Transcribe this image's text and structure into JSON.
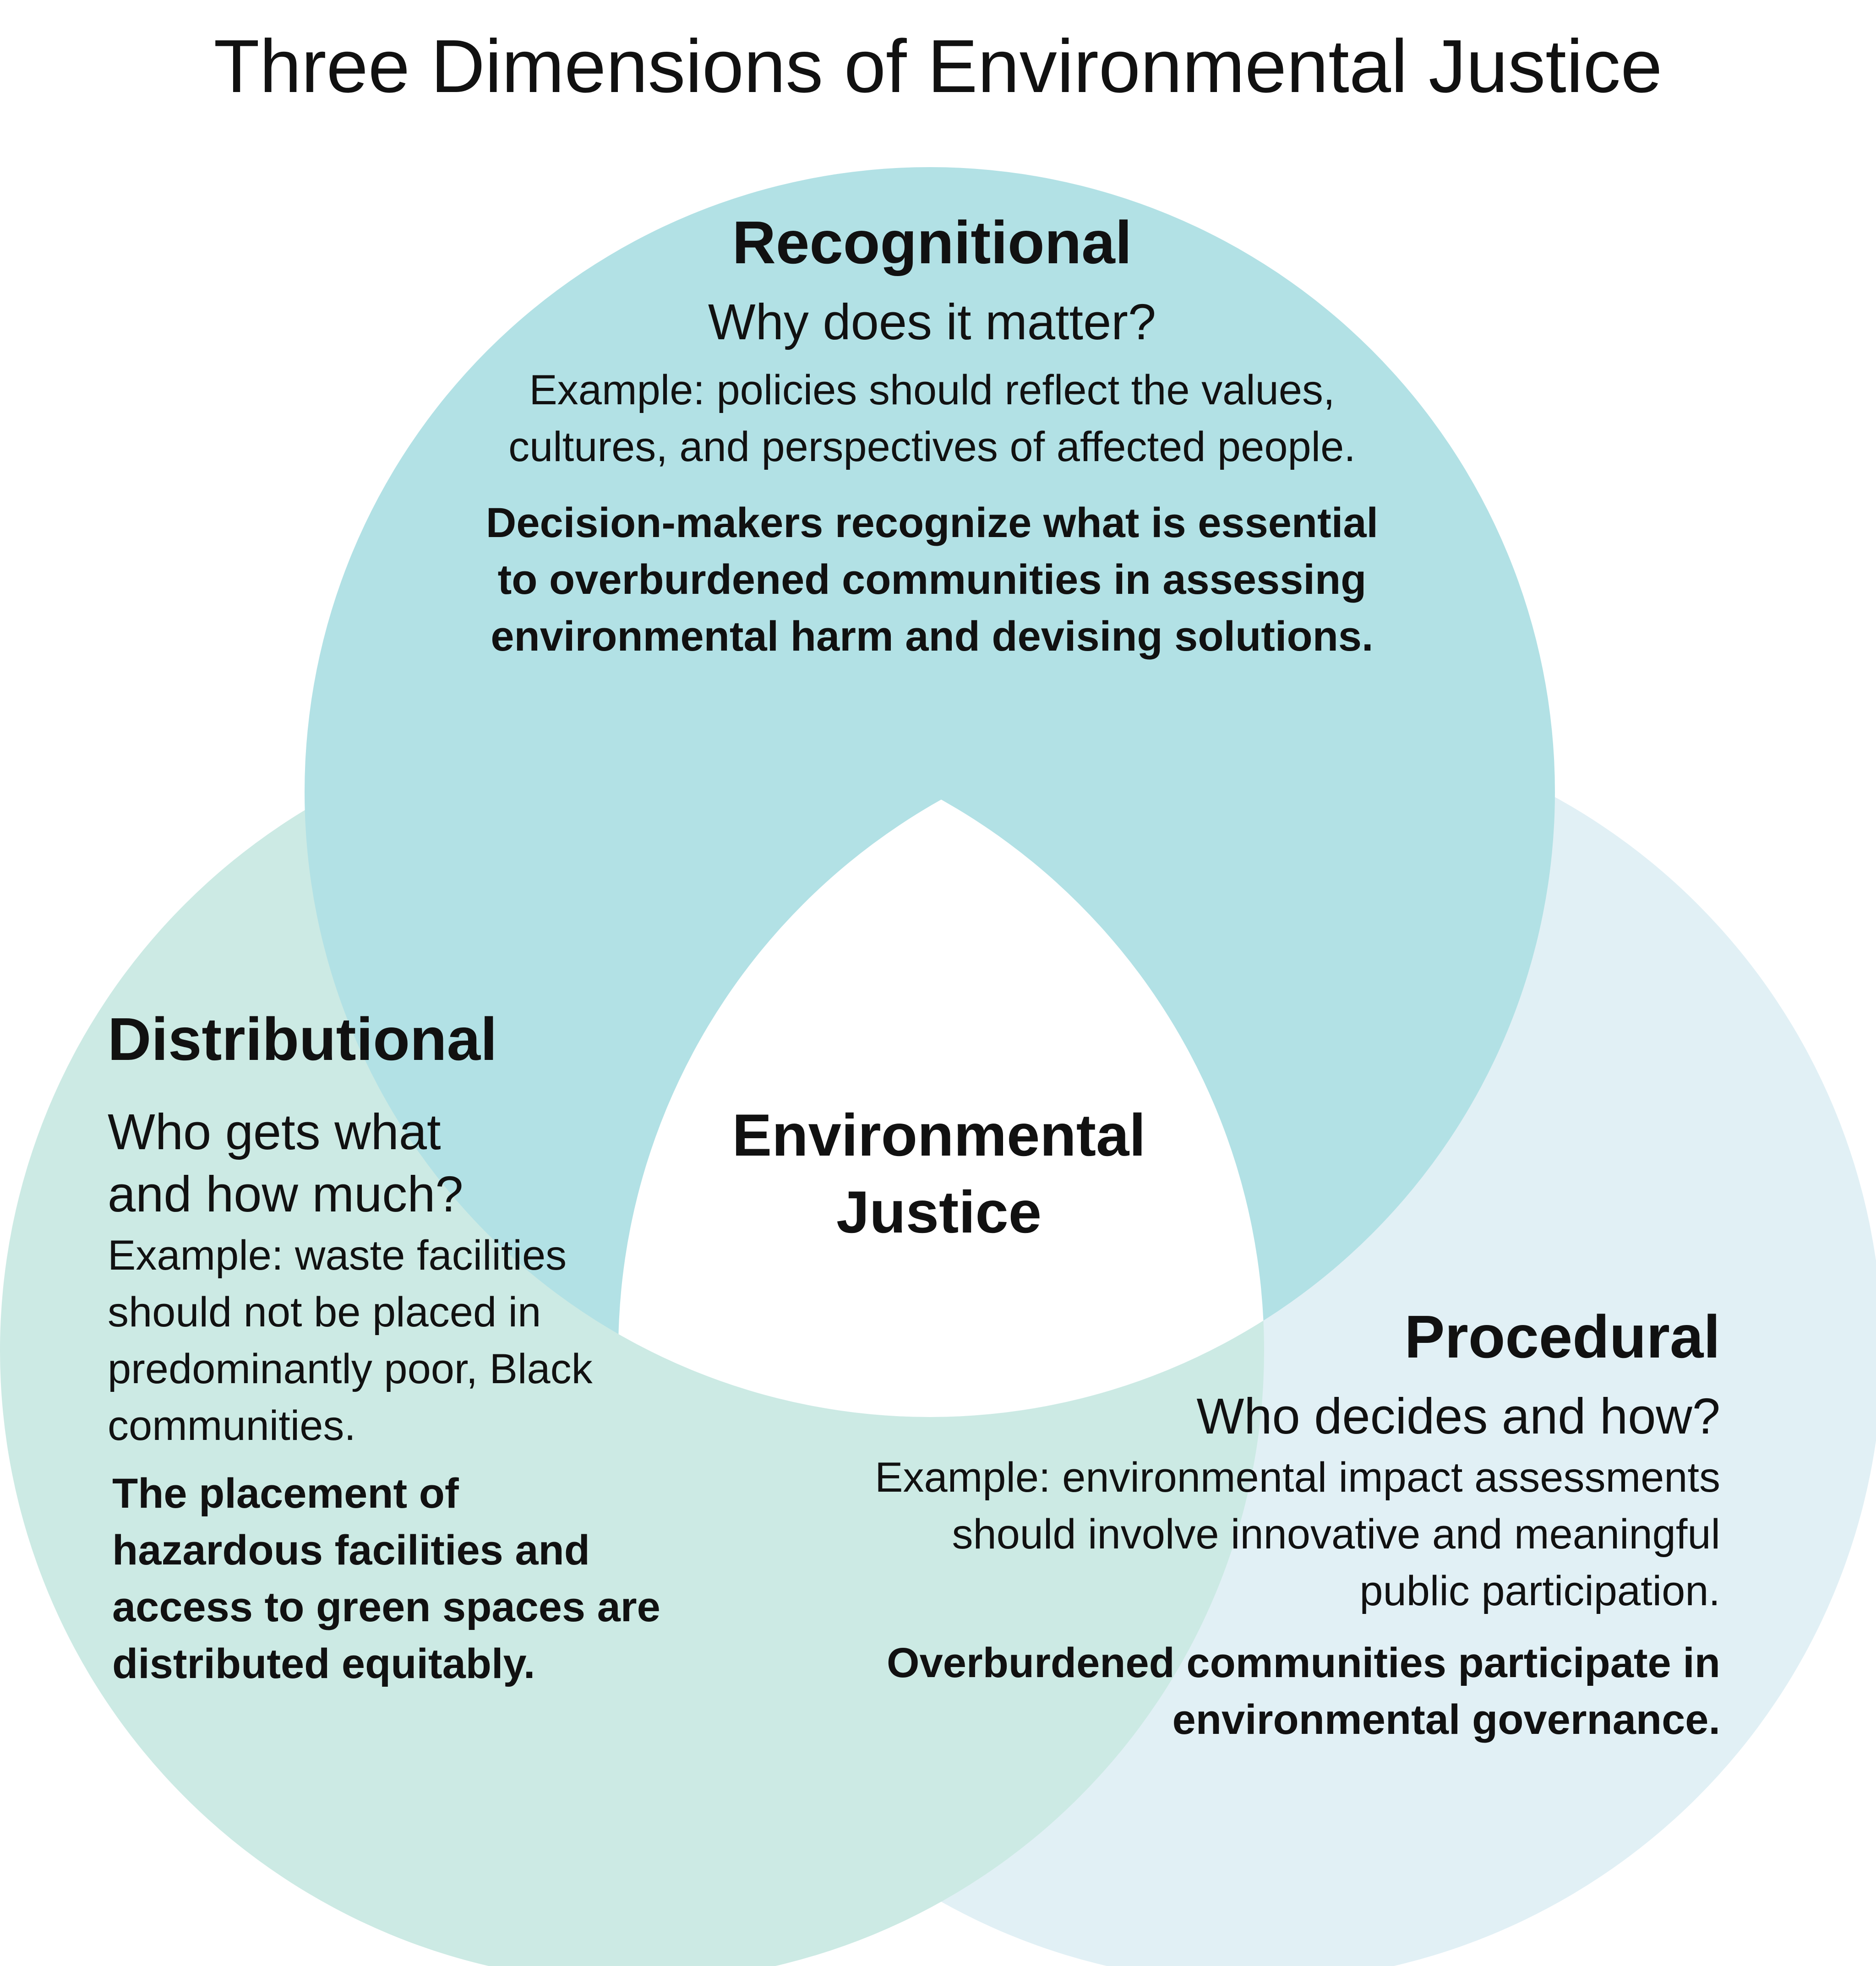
{
  "title": "Three Dimensions of Environmental Justice",
  "center": {
    "label": "Environmental\nJustice"
  },
  "dimensions": {
    "recognitional": {
      "heading": "Recognitional",
      "question": "Why does it matter?",
      "example": "Example: policies should reflect the values,\ncultures, and perspectives of affected people.",
      "summary": "Decision-makers recognize what is essential\nto overburdened communities in assessing\nenvironmental harm and devising solutions.",
      "color": "#b2e1e5"
    },
    "distributional": {
      "heading": "Distributional",
      "question": "Who gets what\nand how much?",
      "example": "Example: waste facilities\nshould not be placed in\npredominantly poor, Black\ncommunities.",
      "summary": "The placement of\nhazardous facilities and\naccess to green spaces are\ndistributed equitably.",
      "color": "#cceae4"
    },
    "procedural": {
      "heading": "Procedural",
      "question": "Who decides and how?",
      "example": "Example: environmental impact assessments\nshould involve innovative and meaningful\npublic participation.",
      "summary": "Overburdened communities participate in\nenvironmental governance.",
      "color": "#e1f0f5"
    }
  }
}
